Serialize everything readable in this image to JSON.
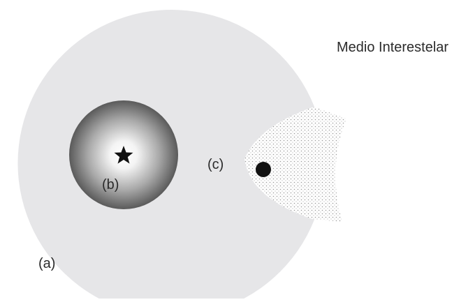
{
  "labels": {
    "medium": "Medio Interestelar",
    "region_a": "(a)",
    "region_b": "(b)",
    "region_c": "(c)"
  },
  "icons": {
    "star": "star-icon",
    "dense_object": "filled-circle-icon"
  },
  "colors": {
    "outer_region": "#e6e6e8",
    "inner_shell_edge": "#5a5a5a",
    "inner_shell_center": "#ffffff",
    "tail_dots": "#9a9a9a",
    "star": "#111111",
    "dense_object": "#111111",
    "text": "#2b2b2b"
  }
}
